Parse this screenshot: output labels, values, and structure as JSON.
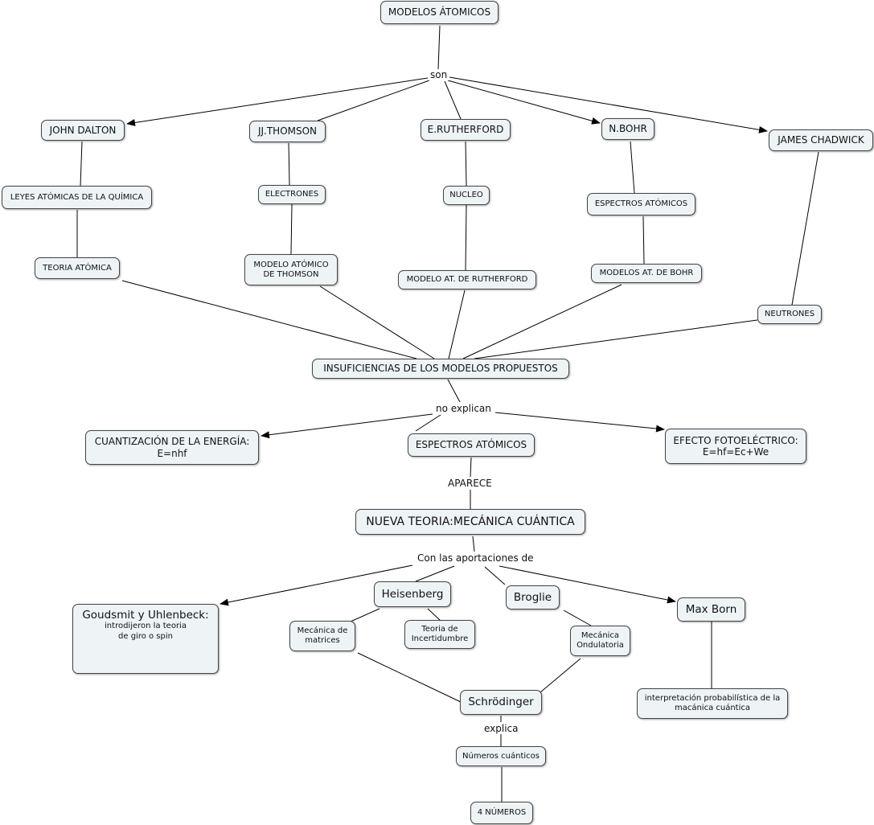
{
  "nodes": {
    "modelos": "MODELOS ÁTOMICOS",
    "dalton": "JOHN DALTON",
    "thomson": "JJ.THOMSON",
    "rutherford": "E.RUTHERFORD",
    "bohr": "N.BOHR",
    "chadwick": "JAMES CHADWICK",
    "leyes": "LEYES ATÓMICAS DE LA QUÍMICA",
    "electrones": "ELECTRONES",
    "nucleo": "NUCLEO",
    "espectros_at": "ESPECTROS ATÓMICOS",
    "teoria_at": "TEORIA ATÓMICA",
    "modelo_thomson": "MODELO ATÓMICO\nDE THOMSON",
    "modelo_rutherford": "MODELO AT. DE RUTHERFORD",
    "modelos_bohr": "MODELOS AT. DE BOHR",
    "neutrones": "NEUTRONES",
    "insuficiencias": "INSUFICIENCIAS DE LOS MODELOS PROPUESTOS",
    "cuantizacion": "CUANTIZACIÓN DE LA ENERGÍA:\nE=nhf",
    "espectros_atomicos": "ESPECTROS ATÓMICOS",
    "efecto": "EFECTO FOTOELÉCTRICO:\nE=hf=Ec+We",
    "nueva_teoria": "NUEVA TEORIA:MECÁNICA CUÁNTICA",
    "goudsmit_title": "Goudsmit y Uhlenbeck:",
    "goudsmit_sub": "introdijeron la teoria\nde giro o spin",
    "heisenberg": "Heisenberg",
    "broglie": "Broglie",
    "max_born": "Max Born",
    "matrices": "Mecánica de\nmatrices",
    "incertidumbre": "Teoria de\nIncertidumbre",
    "ondulatoria": "Mecánica\nOndulatoria",
    "interpretacion": "interpretación probabilística de la\nmacánica cuántica",
    "schrodinger": "Schrödinger",
    "numeros": "Números cuánticos",
    "cuatro": "4 NÚMEROS"
  },
  "links": {
    "son": "son",
    "no_explican": "no explican",
    "aparece": "APARECE",
    "aportaciones": "Con las aportaciones de",
    "explica": "explica"
  },
  "colors": {
    "node_fill": "#eef3f5",
    "node_border": "#444444",
    "line": "#000000"
  }
}
